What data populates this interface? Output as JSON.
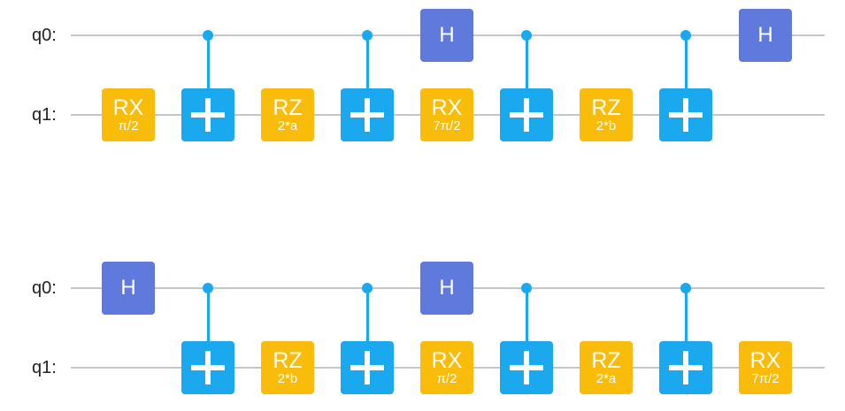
{
  "colors": {
    "wire": "#c6c6c6",
    "rotation_gate": "#f9bc0a",
    "hadamard_gate": "#6079dc",
    "cnot": "#1aa8ef"
  },
  "circuits": [
    {
      "qubit_labels": [
        "q0:",
        "q1:"
      ],
      "gates": [
        {
          "type": "rot",
          "qubit": 1,
          "col": 0,
          "name": "RX",
          "param": "π/2"
        },
        {
          "type": "cnot",
          "control": 0,
          "target": 1,
          "col": 1
        },
        {
          "type": "rot",
          "qubit": 1,
          "col": 2,
          "name": "RZ",
          "param": "2*a"
        },
        {
          "type": "cnot",
          "control": 0,
          "target": 1,
          "col": 3
        },
        {
          "type": "h",
          "qubit": 0,
          "col": 4,
          "name": "H"
        },
        {
          "type": "rot",
          "qubit": 1,
          "col": 4,
          "name": "RX",
          "param": "7π/2"
        },
        {
          "type": "cnot",
          "control": 0,
          "target": 1,
          "col": 5
        },
        {
          "type": "rot",
          "qubit": 1,
          "col": 6,
          "name": "RZ",
          "param": "2*b"
        },
        {
          "type": "cnot",
          "control": 0,
          "target": 1,
          "col": 7
        },
        {
          "type": "h",
          "qubit": 0,
          "col": 8,
          "name": "H"
        }
      ]
    },
    {
      "qubit_labels": [
        "q0:",
        "q1:"
      ],
      "gates": [
        {
          "type": "h",
          "qubit": 0,
          "col": 0,
          "name": "H"
        },
        {
          "type": "cnot",
          "control": 0,
          "target": 1,
          "col": 1
        },
        {
          "type": "rot",
          "qubit": 1,
          "col": 2,
          "name": "RZ",
          "param": "2*b"
        },
        {
          "type": "cnot",
          "control": 0,
          "target": 1,
          "col": 3
        },
        {
          "type": "h",
          "qubit": 0,
          "col": 4,
          "name": "H"
        },
        {
          "type": "rot",
          "qubit": 1,
          "col": 4,
          "name": "RX",
          "param": "π/2"
        },
        {
          "type": "cnot",
          "control": 0,
          "target": 1,
          "col": 5
        },
        {
          "type": "rot",
          "qubit": 1,
          "col": 6,
          "name": "RZ",
          "param": "2*a"
        },
        {
          "type": "cnot",
          "control": 0,
          "target": 1,
          "col": 7
        },
        {
          "type": "rot",
          "qubit": 1,
          "col": 8,
          "name": "RX",
          "param": "7π/2"
        }
      ]
    }
  ]
}
